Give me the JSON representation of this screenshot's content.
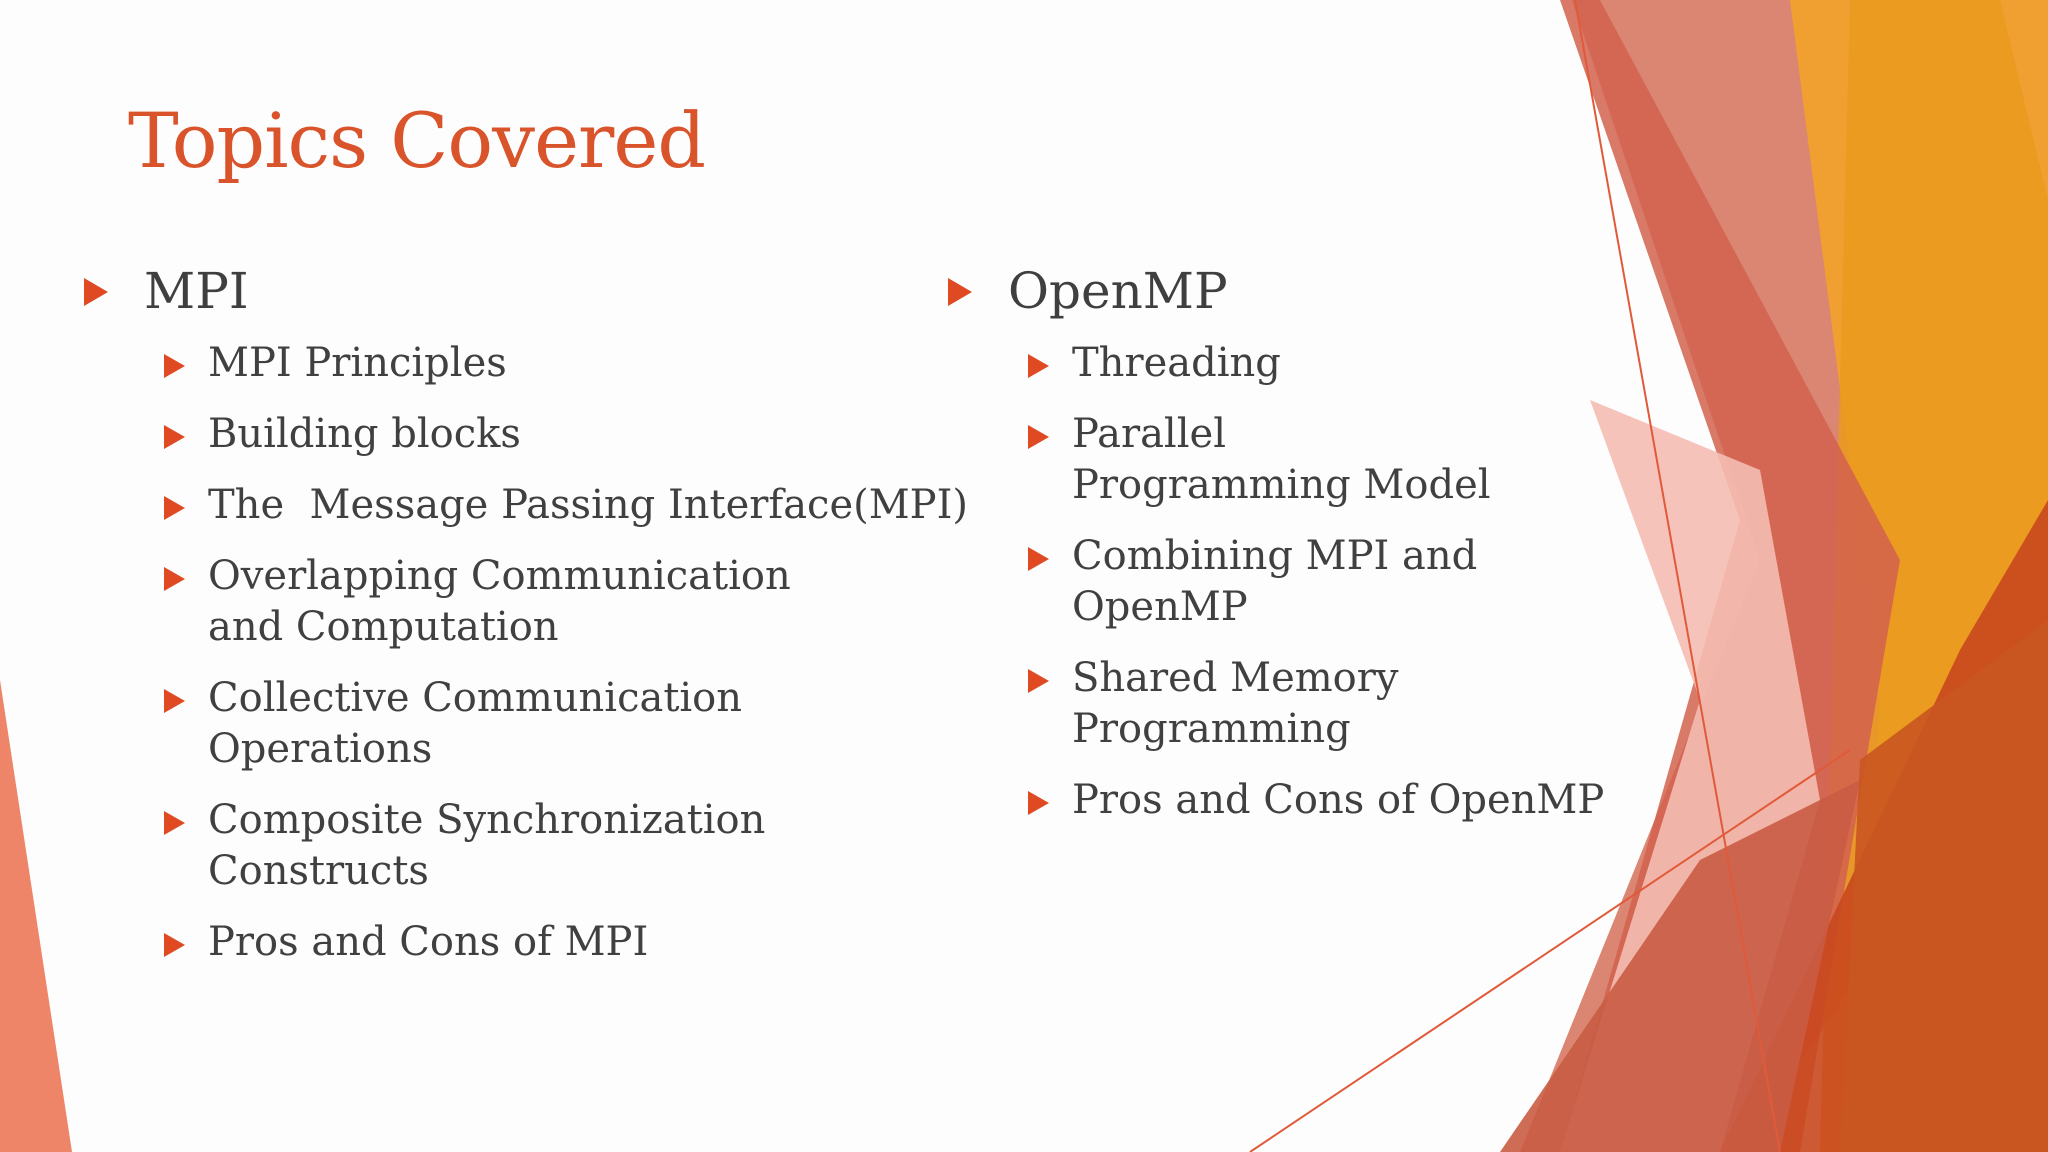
{
  "slide": {
    "title": "Topics Covered",
    "accent_color": "#e04a23",
    "title_color": "#d9532b"
  },
  "columns": [
    {
      "heading": "MPI",
      "items": [
        "MPI Principles",
        "Building blocks",
        "The  Message Passing Interface(MPI)",
        "Overlapping Communication and Computation",
        "Collective Communication Operations",
        "Composite Synchronization Constructs",
        "Pros and Cons of MPI"
      ]
    },
    {
      "heading": "OpenMP",
      "items": [
        "Threading",
        "Parallel Programming Model",
        "Combining MPI and OpenMP",
        "Shared Memory Programming",
        "Pros and Cons of OpenMP"
      ]
    }
  ]
}
